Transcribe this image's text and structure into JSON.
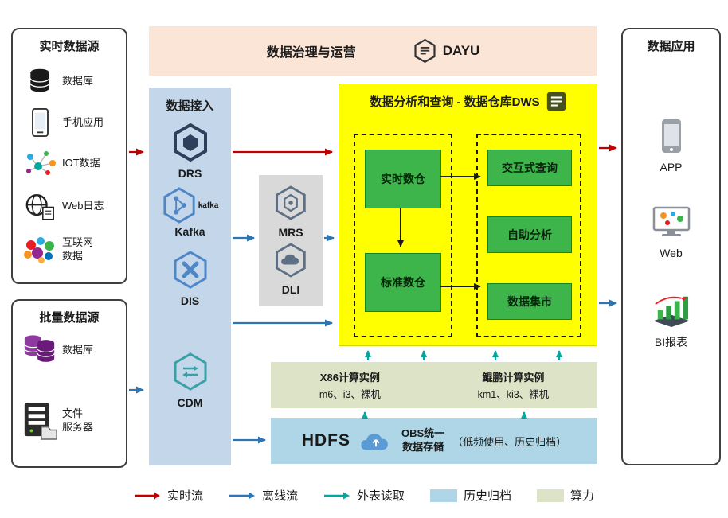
{
  "sources_realtime": {
    "title": "实时数据源",
    "items": [
      {
        "label": "数据库"
      },
      {
        "label": "手机应用"
      },
      {
        "label": "IOT数据"
      },
      {
        "label": "Web日志"
      },
      {
        "label": "互联网\n数据"
      }
    ]
  },
  "sources_batch": {
    "title": "批量数据源",
    "items": [
      {
        "label": "数据库"
      },
      {
        "label": "文件\n服务器"
      }
    ]
  },
  "governance": {
    "title": "数据治理与运营",
    "product": "DAYU"
  },
  "ingestion": {
    "title": "数据接入",
    "services": [
      "DRS",
      "Kafka",
      "DIS",
      "CDM"
    ],
    "kafka_wordmark": "kafka"
  },
  "processing": {
    "services": [
      "MRS",
      "DLI"
    ]
  },
  "warehouse": {
    "title": "数据分析和查询 - 数据仓库DWS",
    "left_modules": [
      "实时数仓",
      "标准数仓"
    ],
    "right_modules": [
      "交互式查询",
      "自助分析",
      "数据集市"
    ]
  },
  "compute": {
    "x86_title": "X86计算实例",
    "x86_detail": "m6、i3、裸机",
    "kunpeng_title": "鲲鹏计算实例",
    "kunpeng_detail": "km1、ki3、裸机"
  },
  "storage": {
    "hdfs": "HDFS",
    "obs": "OBS统一\n数据存储",
    "note": "（低频使用、历史归档）"
  },
  "applications": {
    "title": "数据应用",
    "items": [
      {
        "label": "APP"
      },
      {
        "label": "Web"
      },
      {
        "label": "BI报表"
      }
    ]
  },
  "legend": {
    "realtime": "实时流",
    "offline": "离线流",
    "external": "外表读取",
    "archive": "历史归档",
    "compute": "算力"
  },
  "colors": {
    "realtime_flow": "#c00000",
    "offline_flow": "#2e75b6",
    "external_flow": "#00a89d",
    "archive_fill": "#aed6e6",
    "compute_fill": "#dde3c6",
    "warehouse_fill": "#ffff00",
    "module_fill": "#3db54a",
    "banner_fill": "#fbe5d6",
    "ingestion_fill": "#c3d6ea"
  }
}
